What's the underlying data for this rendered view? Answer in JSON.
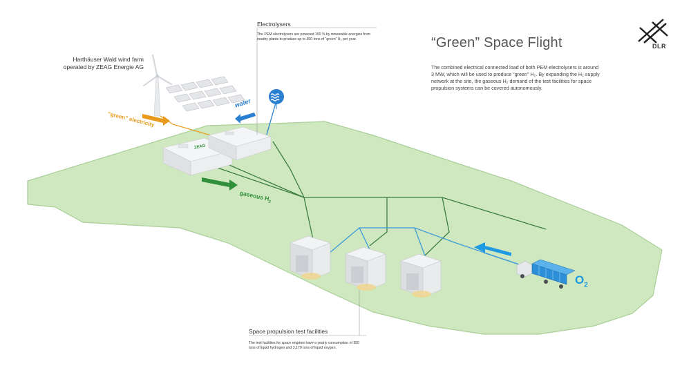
{
  "title": "“Green” Space Flight",
  "intro": "The combined electrical connected load of both PEM electrolysers is around 3 MW, which will be used to produce “green” H₂. By expanding the H₂ supply network at the site, the gaseous H₂ demand of the test facilities for space propulsion systems can be covered autonomously.",
  "logo_text": "DLR",
  "electrolysers": {
    "heading": "Electrolysers",
    "body": "The PEM electrolysers are powered 100 % by renewable energies from nearby plants to produce up to 300 tons of “green” H₂ per year."
  },
  "wind_farm": {
    "label_line1": "Harthäuser Wald wind farm",
    "label_line2": "operated by ZEAG Energie AG"
  },
  "flows": {
    "water": "water",
    "green_electricity": "“green” electricity",
    "gaseous_h2": "gaseous H",
    "h2_sub": "2",
    "o2": "O",
    "o2_sub": "2"
  },
  "test_facilities": {
    "heading": "Space propulsion test facilities",
    "body": "The test facilities for space engines have a yearly consumption of 300 tons of liquid hydrogen and 3,170 tons of liquid oxygen."
  },
  "building_logo": "ZEAG",
  "colors": {
    "ground": "#cfe8bf",
    "ground_edge": "#a9cf98",
    "water": "#2a7fd0",
    "electricity": "#e89a1c",
    "hydrogen": "#2f8f3a",
    "oxygen": "#1e9be0",
    "h2_pipe": "#3c7d3f",
    "o2_pipe": "#3b9ad9"
  }
}
